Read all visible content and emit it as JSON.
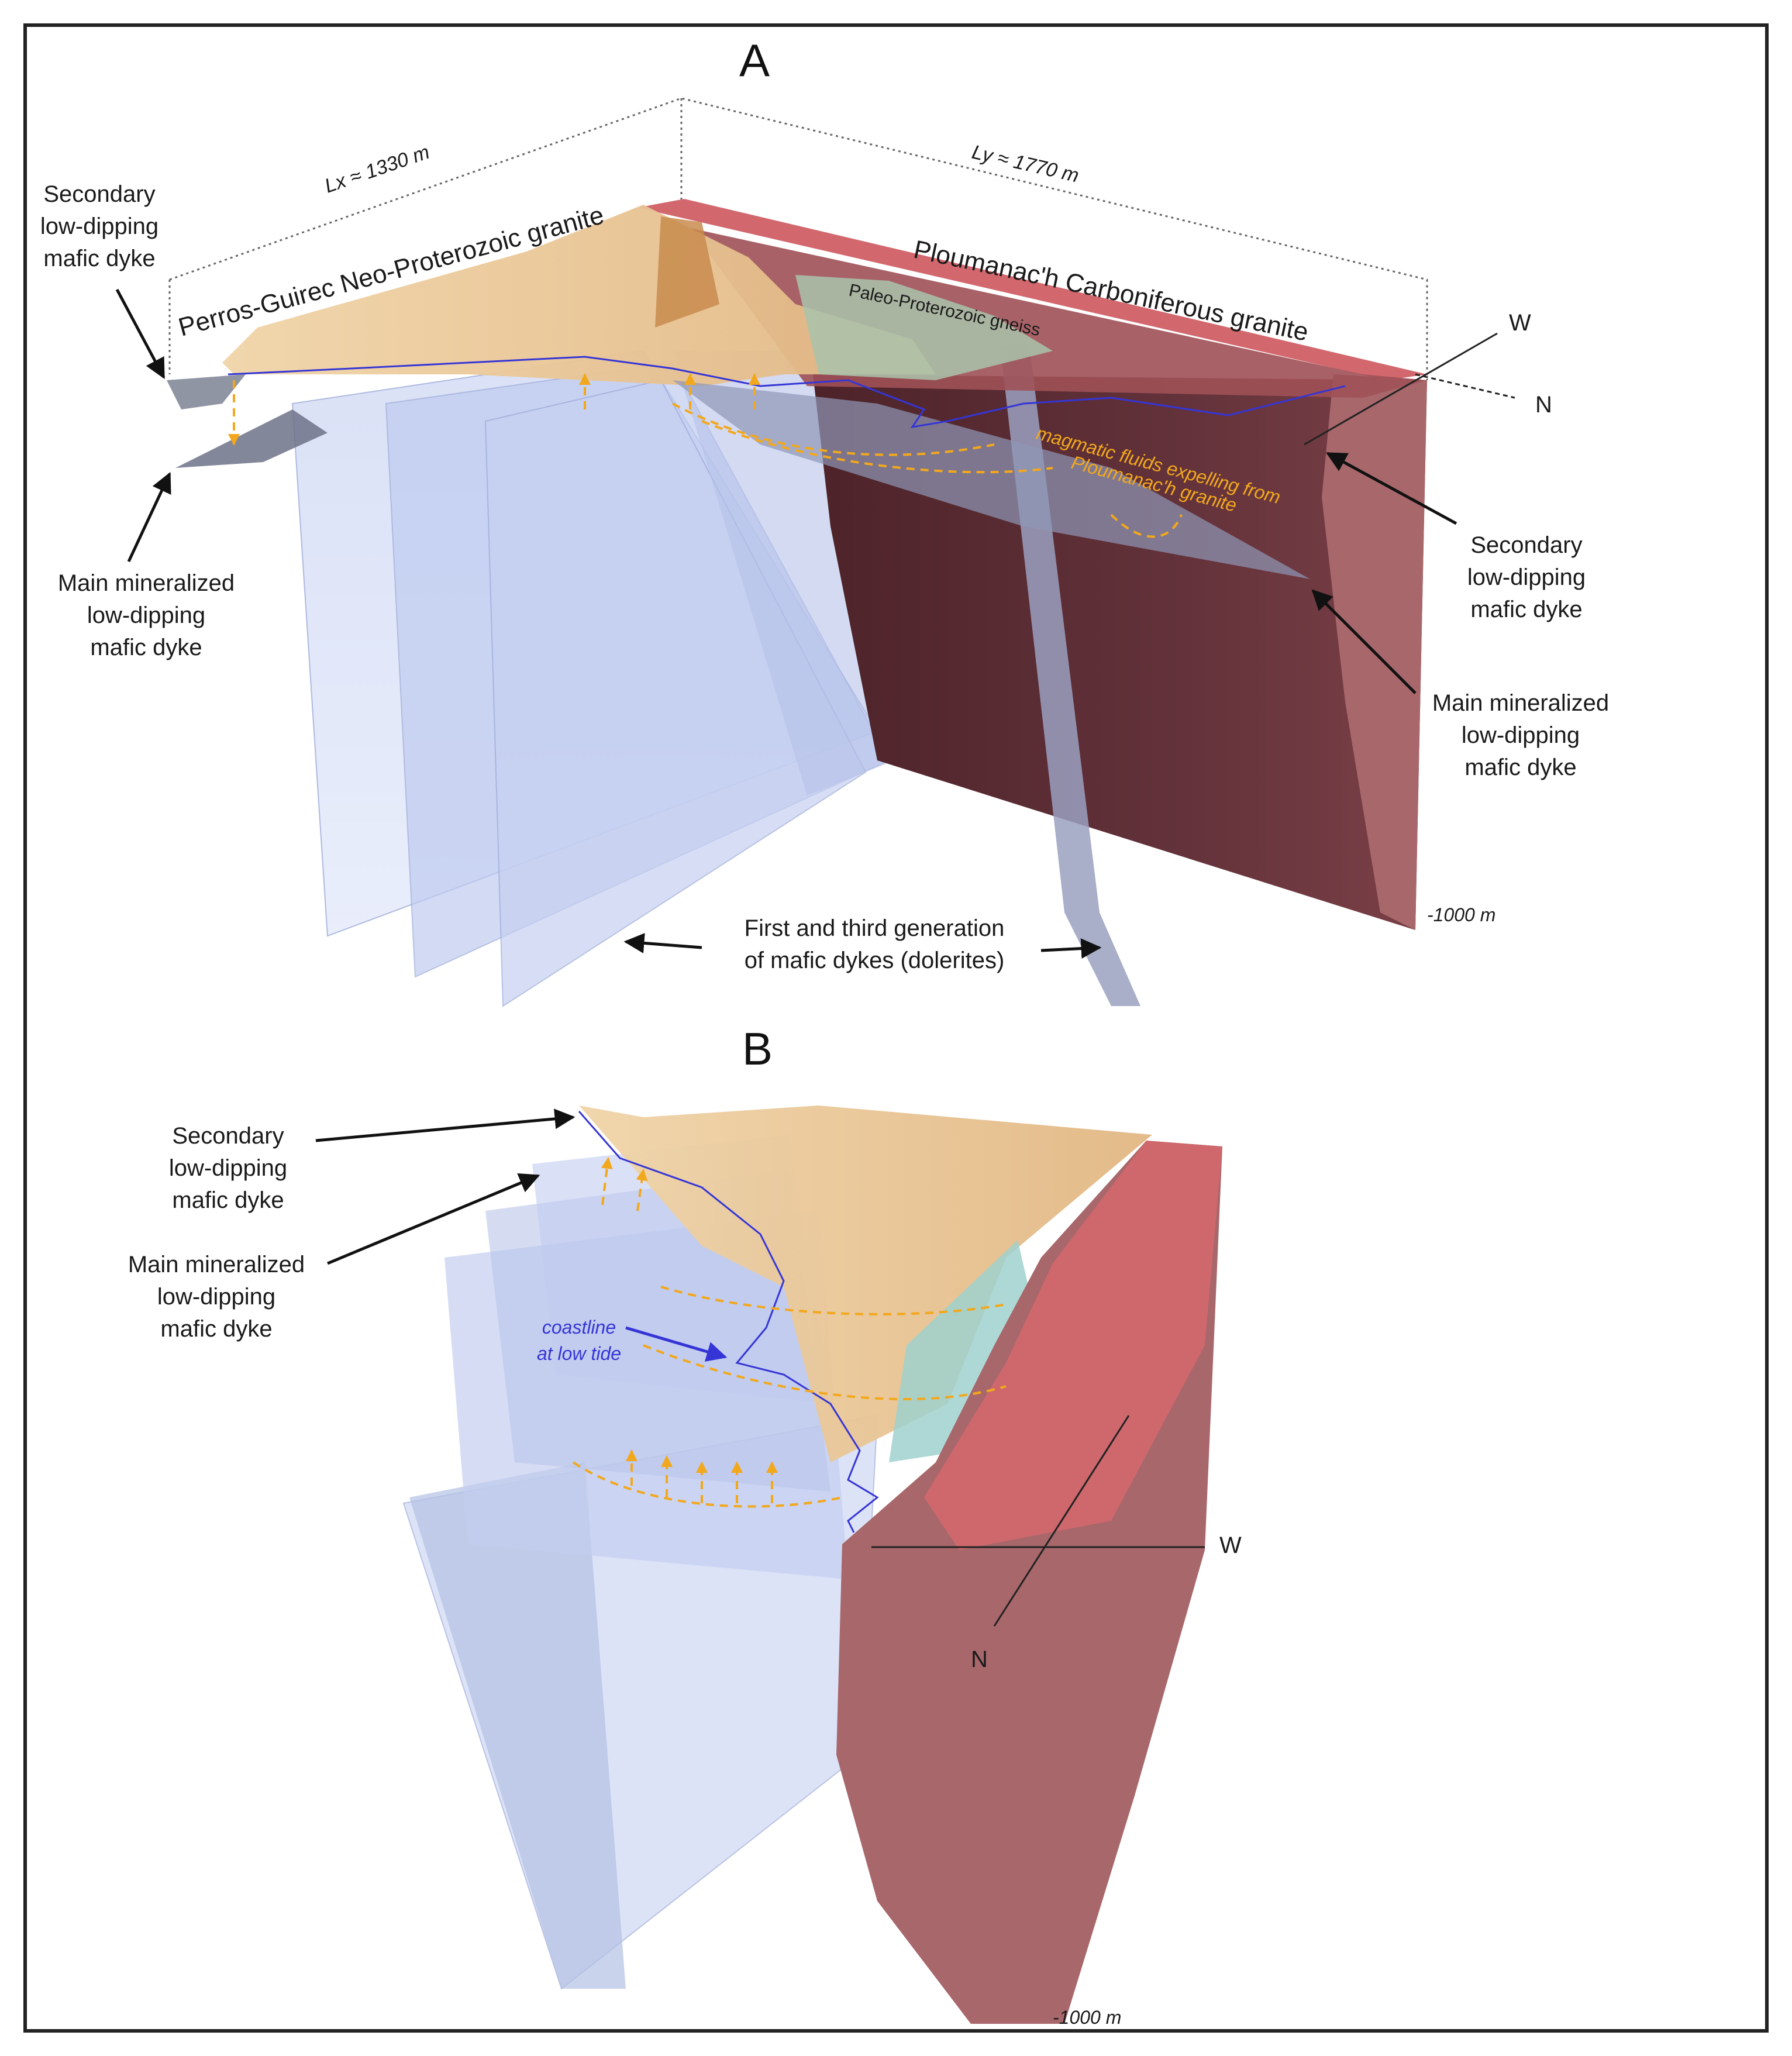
{
  "panel_a": {
    "letter": "A",
    "dim_lx": "Lx ≈ 1330 m",
    "dim_ly": "Ly ≈ 1770 m",
    "perros": "Perros-Guirec Neo-Proterozoic granite",
    "ploumanach": "Ploumanac'h Carboniferous granite",
    "paleo": "Paleo-Proterozoic gneiss",
    "magmatic_1": "magmatic fluids expelling from",
    "magmatic_2": "Ploumanac'h granite",
    "sec_left": [
      "Secondary",
      "low-dipping",
      "mafic dyke"
    ],
    "main_left": [
      "Main mineralized",
      "low-dipping",
      "mafic dyke"
    ],
    "sec_right": [
      "Secondary",
      "low-dipping",
      "mafic dyke"
    ],
    "main_right": [
      "Main mineralized",
      "low-dipping",
      "mafic dyke"
    ],
    "generation": [
      "First and third generation",
      "of mafic dykes (dolerites)"
    ],
    "depth": "-1000 m",
    "compass_w": "W",
    "compass_n": "N"
  },
  "panel_b": {
    "letter": "B",
    "sec": [
      "Secondary",
      "low-dipping",
      "mafic dyke"
    ],
    "main": [
      "Main mineralized",
      "low-dipping",
      "mafic dyke"
    ],
    "coastline": [
      "coastline",
      "at low tide"
    ],
    "depth": "-1000 m",
    "compass_w": "W",
    "compass_n": "N"
  },
  "colors": {
    "granite_red": "#a8676b",
    "granite_dark": "#5e3036",
    "granite_top": "#d2686e",
    "perros_beige": "#e9c79a",
    "dyke_blue": "#b9c6ec",
    "fluid_orange": "#f2a81d",
    "coast_blue": "#3535d6"
  }
}
